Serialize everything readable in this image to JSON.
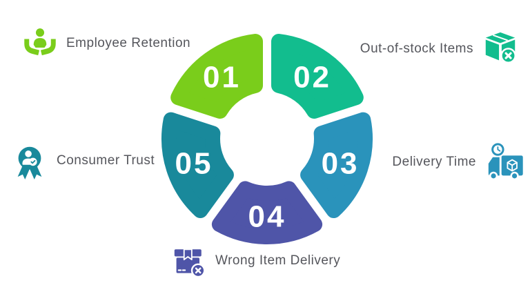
{
  "background_color": "#ffffff",
  "text_color": "#55565c",
  "diagram": {
    "type": "circular-infographic",
    "segment_count": 5,
    "number_text_color": "#ffffff",
    "segments": [
      {
        "number": "01",
        "label": "Employee Retention",
        "color": "#7acd1b",
        "start_deg": 90,
        "end_deg": 162,
        "icon": "hands-holding-person-icon",
        "label_side": "top-left"
      },
      {
        "number": "02",
        "label": "Out-of-stock Items",
        "color": "#12bd8e",
        "start_deg": 18,
        "end_deg": 90,
        "icon": "box-cancel-icon",
        "label_side": "top-right"
      },
      {
        "number": "03",
        "label": "Delivery Time",
        "color": "#2a93bb",
        "start_deg": -54,
        "end_deg": 18,
        "icon": "delivery-truck-clock-icon",
        "label_side": "right"
      },
      {
        "number": "04",
        "label": "Wrong Item Delivery",
        "color": "#4f55a8",
        "start_deg": -126,
        "end_deg": -54,
        "icon": "wrong-box-cancel-icon",
        "label_side": "bottom"
      },
      {
        "number": "05",
        "label": "Consumer Trust",
        "color": "#19899b",
        "start_deg": 162,
        "end_deg": 234,
        "icon": "award-person-check-icon",
        "label_side": "left"
      }
    ]
  }
}
